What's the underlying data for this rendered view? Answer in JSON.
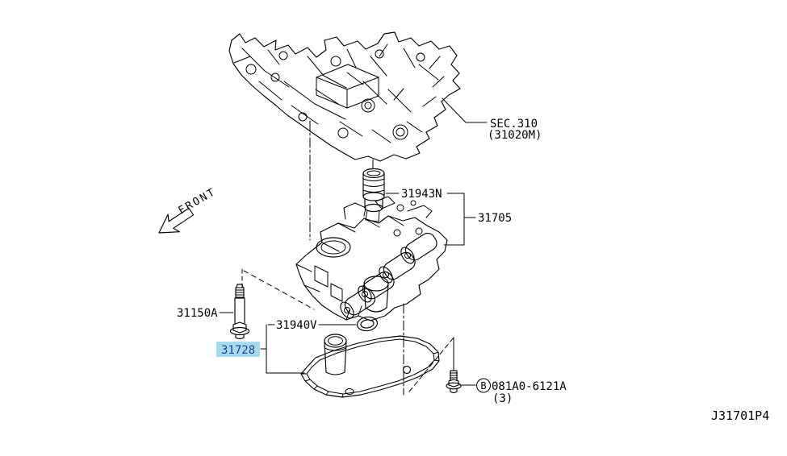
{
  "diagram": {
    "code": "J31701P4",
    "front_label": "FRONT",
    "section_ref": {
      "line1": "SEC.310",
      "line2": "(31020M)"
    },
    "callouts": {
      "solenoid": "31943N",
      "control_valve_assy": "31705",
      "bolt_long": "31150A",
      "oring": "31940V",
      "oil_strainer": "31728",
      "bolt_b_letter": "B",
      "bolt_b_part": "081A0-6121A",
      "bolt_b_qty": "(3)"
    },
    "colors": {
      "line": "#000000",
      "background": "#ffffff",
      "highlight_bg": "#a9d9ec",
      "highlight_text": "#1f4396"
    }
  }
}
